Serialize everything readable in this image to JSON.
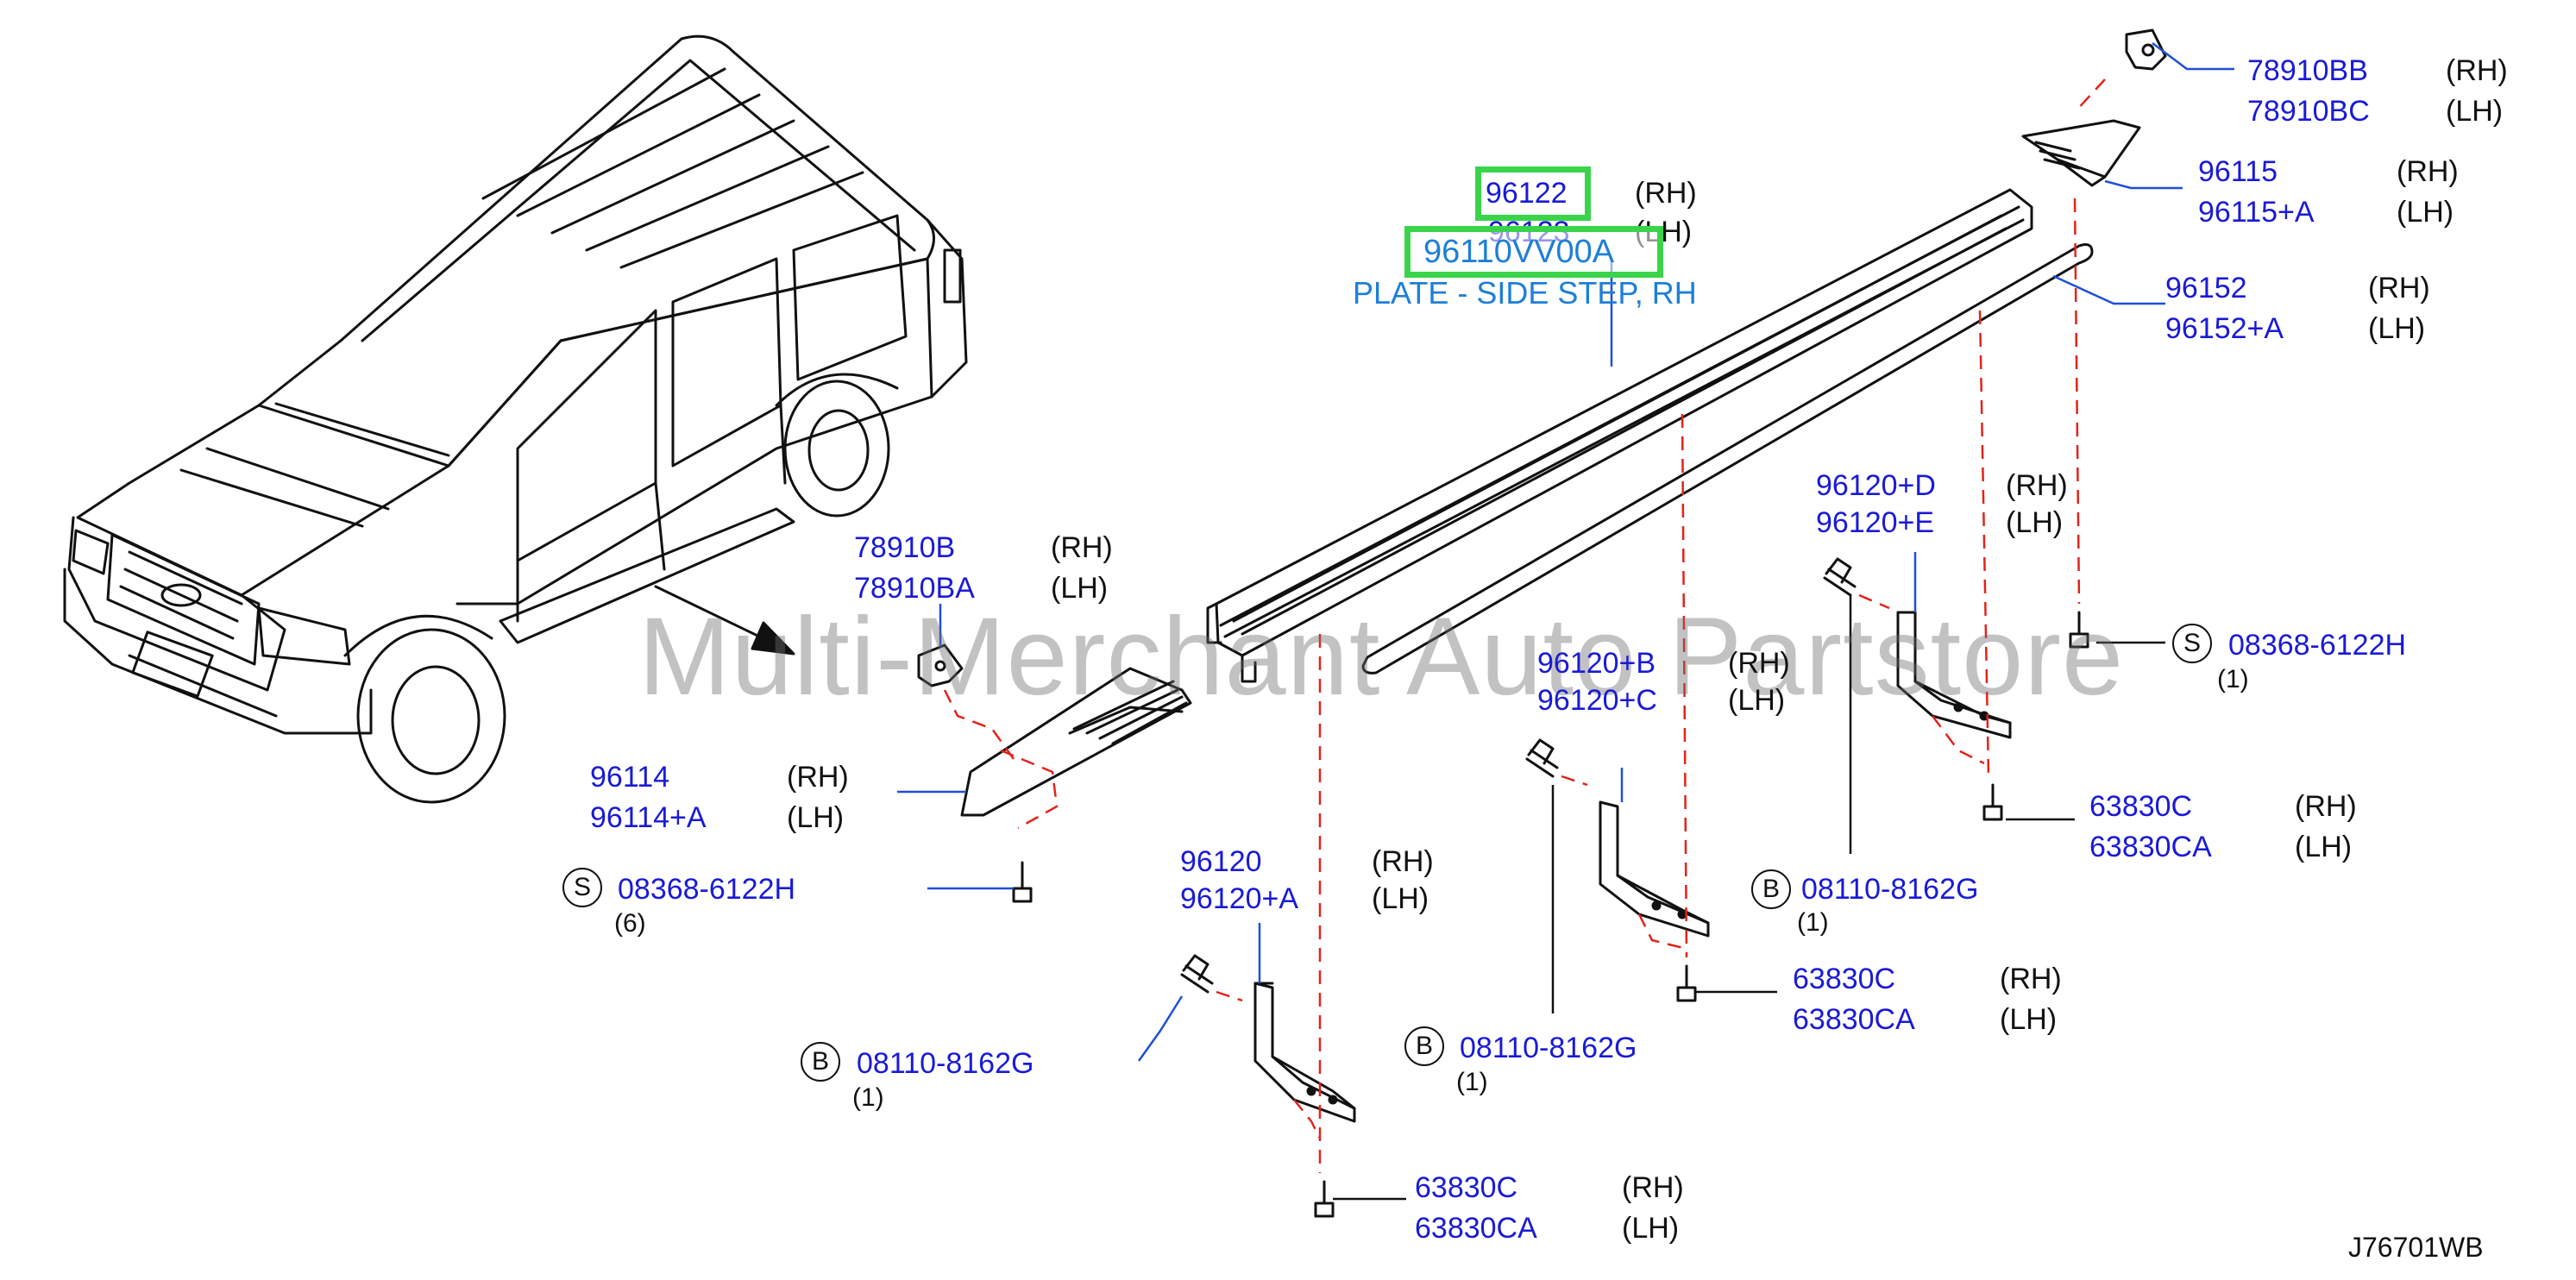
{
  "watermark": "Multi-Merchant Auto Partstore",
  "diagram_code": "J76701WB",
  "highlight": {
    "part": "96122",
    "part_alt": "96123",
    "catalog": "96110VV00A",
    "description": "PLATE - SIDE STEP, RH",
    "side_rh": "(RH)",
    "side_lh": "(LH)"
  },
  "callouts": {
    "c78910bb": {
      "rh": "78910BB",
      "lh": "78910BC",
      "side_rh": "(RH)",
      "side_lh": "(LH)"
    },
    "c96115": {
      "rh": "96115",
      "lh": "96115+A",
      "side_rh": "(RH)",
      "side_lh": "(LH)"
    },
    "c96152": {
      "rh": "96152",
      "lh": "96152+A",
      "side_rh": "(RH)",
      "side_lh": "(LH)"
    },
    "c96120d": {
      "rh": "96120+D",
      "lh": "96120+E",
      "side_rh": "(RH)",
      "side_lh": "(LH)"
    },
    "c78910b": {
      "rh": "78910B",
      "lh": "78910BA",
      "side_rh": "(RH)",
      "side_lh": "(LH)"
    },
    "c96120b": {
      "rh": "96120+B",
      "lh": "96120+C",
      "side_rh": "(RH)",
      "side_lh": "(LH)"
    },
    "c96114": {
      "rh": "96114",
      "lh": "96114+A",
      "side_rh": "(RH)",
      "side_lh": "(LH)"
    },
    "c96120": {
      "rh": "96120",
      "lh": "96120+A",
      "side_rh": "(RH)",
      "side_lh": "(LH)"
    },
    "c63830_r": {
      "rh": "63830C",
      "lh": "63830CA",
      "side_rh": "(RH)",
      "side_lh": "(LH)"
    },
    "c63830_m": {
      "rh": "63830C",
      "lh": "63830CA",
      "side_rh": "(RH)",
      "side_lh": "(LH)"
    },
    "c63830_b": {
      "rh": "63830C",
      "lh": "63830CA",
      "side_rh": "(RH)",
      "side_lh": "(LH)"
    }
  },
  "fasteners": {
    "s_right": {
      "symbol": "S",
      "part": "08368-6122H",
      "qty": "(1)"
    },
    "s_left": {
      "symbol": "S",
      "part": "08368-6122H",
      "qty": "(6)"
    },
    "b_right": {
      "symbol": "B",
      "part": "08110-8162G",
      "qty": "(1)"
    },
    "b_mid": {
      "symbol": "B",
      "part": "08110-8162G",
      "qty": "(1)"
    },
    "b_left": {
      "symbol": "B",
      "part": "08110-8162G",
      "qty": "(1)"
    }
  }
}
